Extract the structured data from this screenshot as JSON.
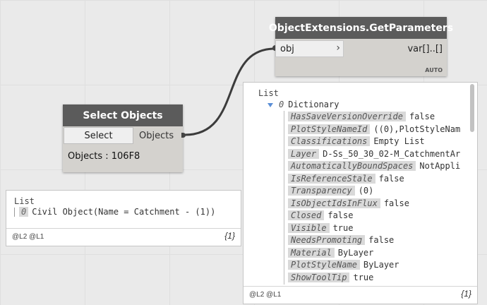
{
  "select_node": {
    "title": "Select Objects",
    "button_label": "Select",
    "output_port": "Objects",
    "value_text": "Objects : 106F8"
  },
  "getparams_node": {
    "title": "ObjectExtensions.GetParameters",
    "input_port": "obj",
    "input_arrow": "›",
    "output_port": "var[]..[]",
    "lacing": "AUTO"
  },
  "select_preview": {
    "title": "List",
    "index": "0",
    "item": "Civil Object(Name = Catchment - (1))",
    "levels": "@L2 @L1",
    "count": "{1}"
  },
  "params_preview": {
    "title": "List",
    "dict_index": "0",
    "dict_label": "Dictionary",
    "rows": [
      {
        "key": "HasSaveVersionOverride",
        "value": "false"
      },
      {
        "key": "PlotStyleNameId",
        "value": "((0),PlotStyleNam"
      },
      {
        "key": "Classifications",
        "value": "Empty List"
      },
      {
        "key": "Layer",
        "value": "D-Ss_50_30_02-M_CatchmentAr"
      },
      {
        "key": "AutomaticallyBoundSpaces",
        "value": "NotAppli"
      },
      {
        "key": "IsReferenceStale",
        "value": "false"
      },
      {
        "key": "Transparency",
        "value": "(0)"
      },
      {
        "key": "IsObjectIdsInFlux",
        "value": "false"
      },
      {
        "key": "Closed",
        "value": "false"
      },
      {
        "key": "Visible",
        "value": "true"
      },
      {
        "key": "NeedsPromoting",
        "value": "false"
      },
      {
        "key": "Material",
        "value": "ByLayer"
      },
      {
        "key": "PlotStyleName",
        "value": "ByLayer"
      },
      {
        "key": "ShowToolTip",
        "value": "true"
      }
    ],
    "levels": "@L2 @L1",
    "count": "{1}"
  },
  "colors": {
    "node_header": "#5b5b5b",
    "node_body": "#d4d2ce",
    "canvas": "#eaeaea",
    "wire": "#3c3c3c",
    "expand_triangle": "#5b8fd6"
  }
}
